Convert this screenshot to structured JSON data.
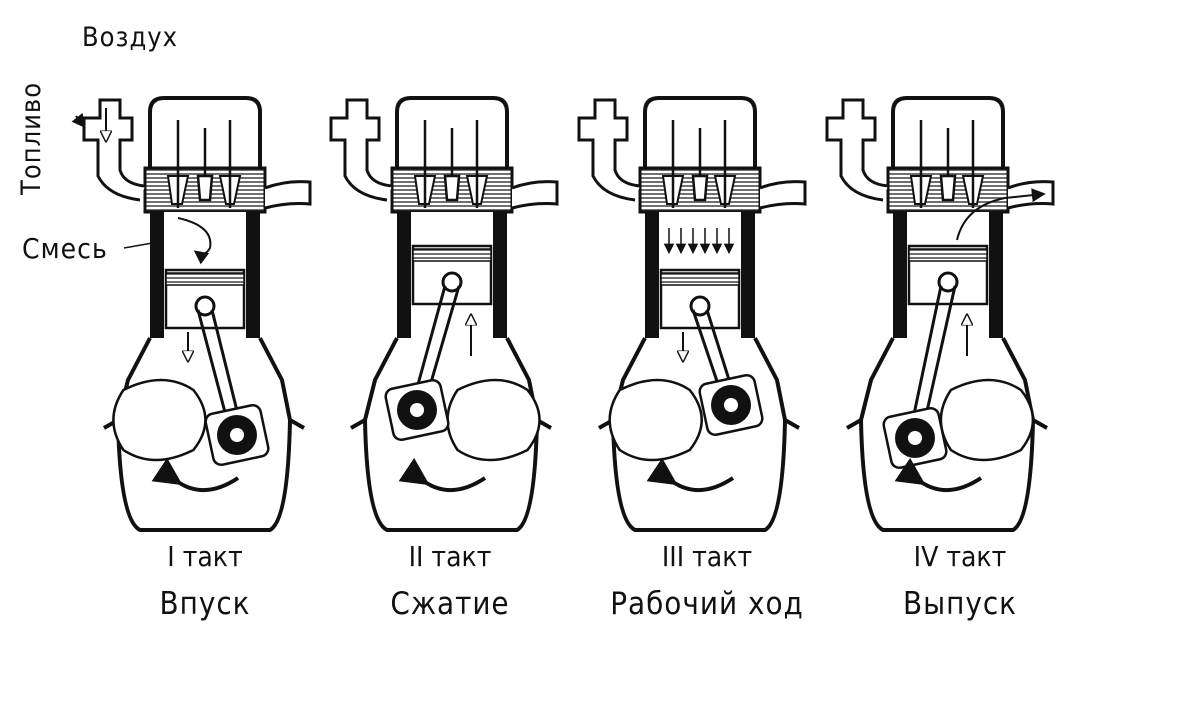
{
  "labels": {
    "air": "Воздух",
    "fuel": "Топливо",
    "mixture": "Смесь"
  },
  "strokes": [
    {
      "number": "I такт",
      "name": "Впуск",
      "piston": "down",
      "crank": "right-bottom"
    },
    {
      "number": "II такт",
      "name": "Сжатие",
      "piston": "up",
      "crank": "left-top"
    },
    {
      "number": "III такт",
      "name": "Рабочий ход",
      "piston": "down",
      "crank": "right-top"
    },
    {
      "number": "IV такт",
      "name": "Выпуск",
      "piston": "up",
      "crank": "left-bottom"
    }
  ],
  "colors": {
    "ink": "#111111",
    "background": "#ffffff",
    "hatch": "#555555"
  }
}
